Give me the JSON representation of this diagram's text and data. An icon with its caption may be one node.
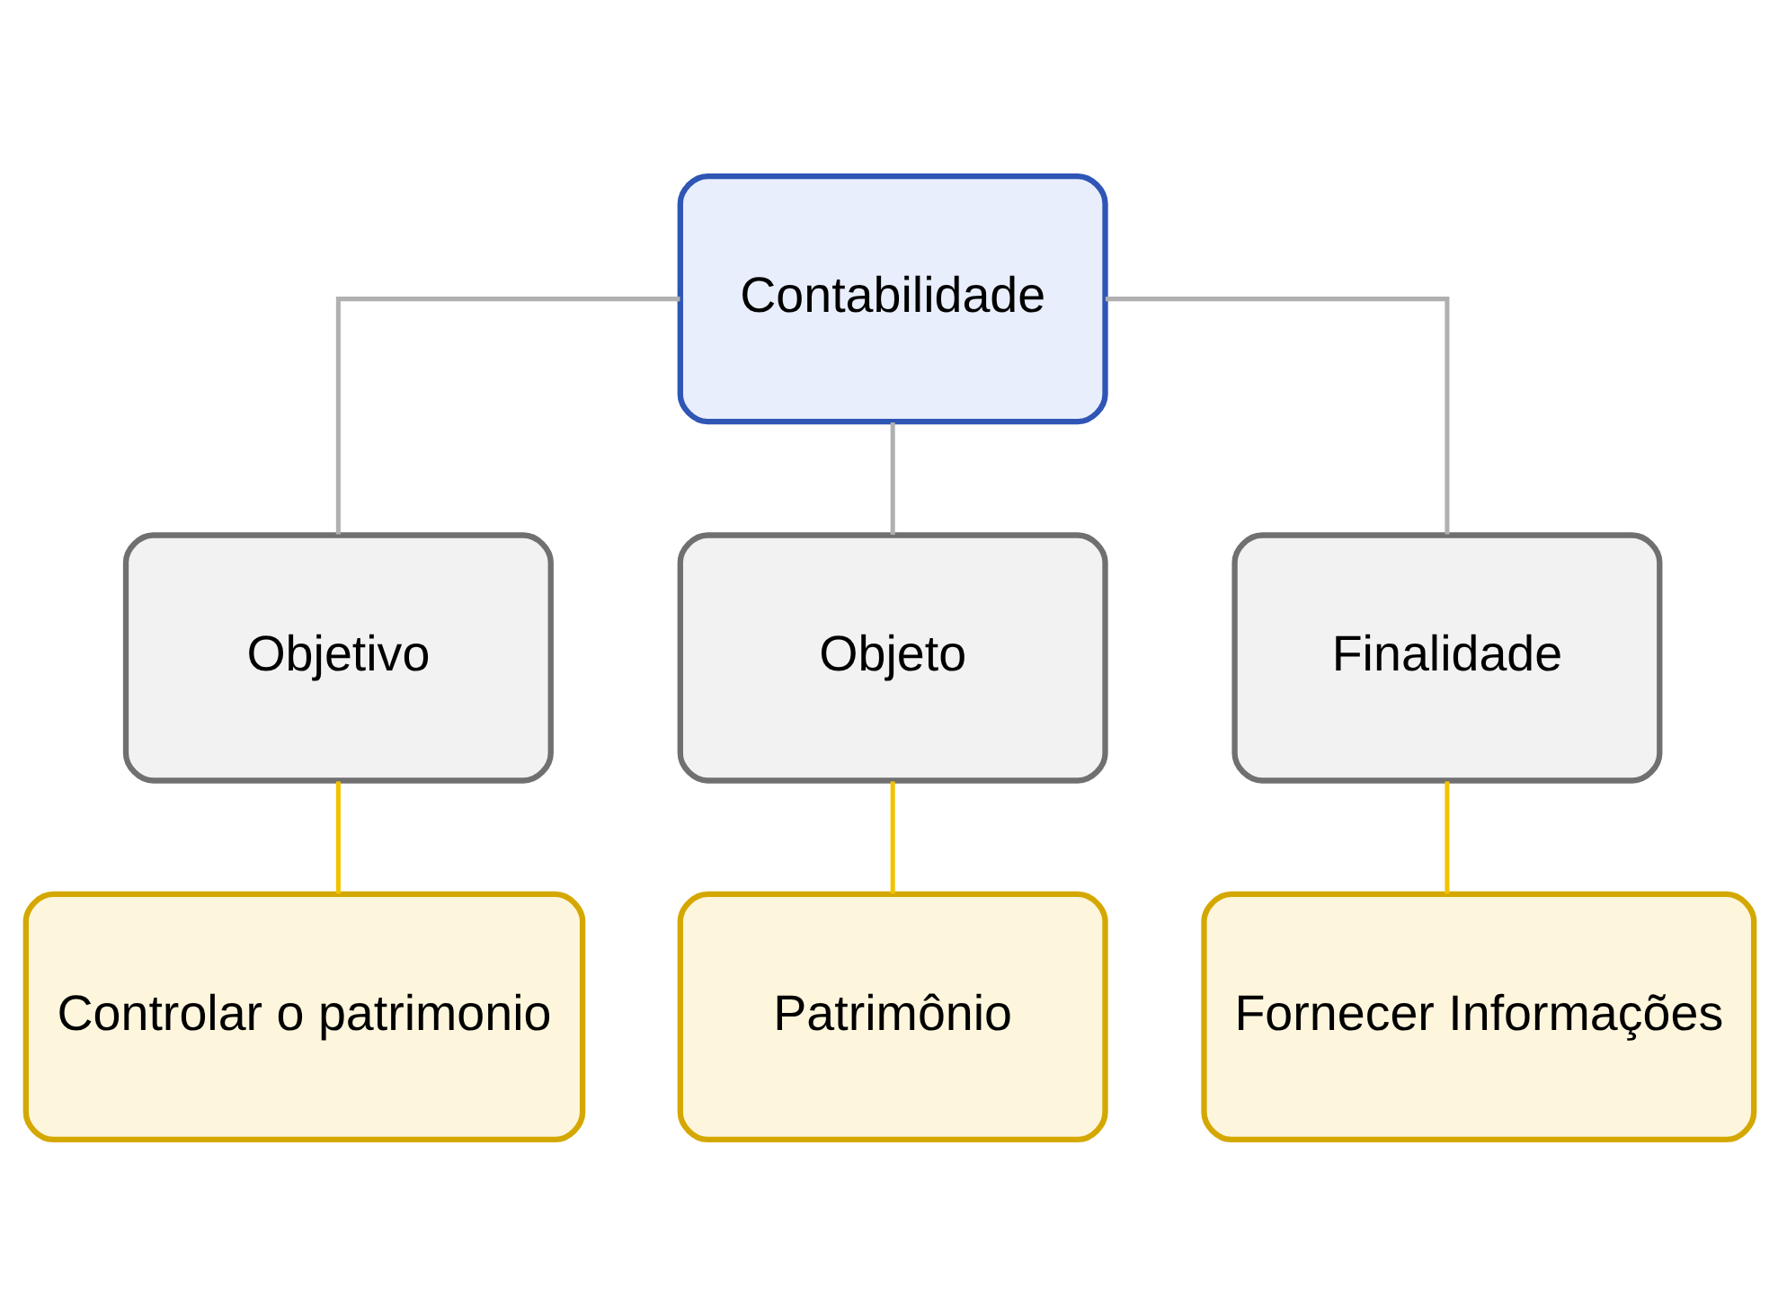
{
  "diagram": {
    "nodes": [
      {
        "text": [
          "Contabilidade"
        ]
      },
      {
        "text": [
          "Objetivo"
        ]
      },
      {
        "text": [
          "Objeto"
        ]
      },
      {
        "text": [
          "Finalidade"
        ]
      },
      {
        "text": [
          "Controlar o patrimonio"
        ]
      },
      {
        "text": [
          "Patrimônio"
        ]
      },
      {
        "text": [
          "Fornecer Informações"
        ]
      }
    ],
    "edges": [
      {
        "from": 0,
        "to": 1,
        "arrow": "none"
      },
      {
        "from": 0,
        "to": 2,
        "arrow": "none"
      },
      {
        "from": 0,
        "to": 3,
        "arrow": "none"
      },
      {
        "from": 1,
        "to": 4,
        "arrow": "none",
        "color": "#f2c200"
      },
      {
        "from": 2,
        "to": 5,
        "arrow": "none",
        "color": "#f2c200"
      },
      {
        "from": 3,
        "to": 6,
        "arrow": "none",
        "color": "#f2c200"
      }
    ]
  }
}
